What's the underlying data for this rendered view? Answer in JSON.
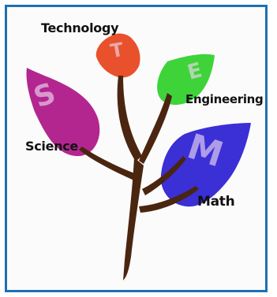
{
  "image": {
    "labels": {
      "technology": "Technology",
      "engineering": "Engineering",
      "science": "Science",
      "math": "Math"
    },
    "leaf_letters": {
      "science": "S",
      "technology": "T",
      "engineering": "E",
      "math": "M"
    },
    "colors": {
      "frame": "#1f6fb3",
      "trunk": "#4a2510",
      "science_leaf": "#b3268f",
      "technology_leaf": "#e8512c",
      "engineering_leaf": "#3fd33a",
      "math_leaf": "#3b2fd6"
    }
  }
}
